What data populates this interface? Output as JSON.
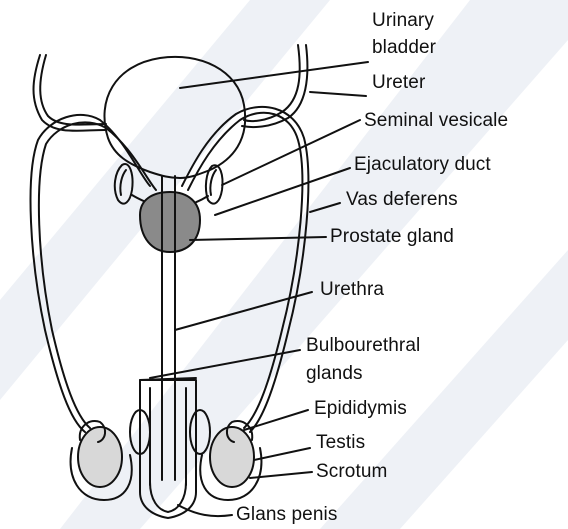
{
  "labels": {
    "urinary_bladder_line1": "Urinary",
    "urinary_bladder_line2": "bladder",
    "ureter": "Ureter",
    "seminal_vesicle": "Seminal vesicale",
    "ejaculatory_duct": "Ejaculatory duct",
    "vas_deferens": "Vas deferens",
    "prostate_gland": "Prostate gland",
    "urethra": "Urethra",
    "bulbourethral_line1": "Bulbourethral",
    "bulbourethral_line2": "glands",
    "epididymis": "Epididymis",
    "testis": "Testis",
    "scrotum": "Scrotum",
    "glans_penis": "Glans penis"
  },
  "colors": {
    "line": "#111111",
    "background": "#ffffff",
    "watermark": "#e4e8f0"
  }
}
